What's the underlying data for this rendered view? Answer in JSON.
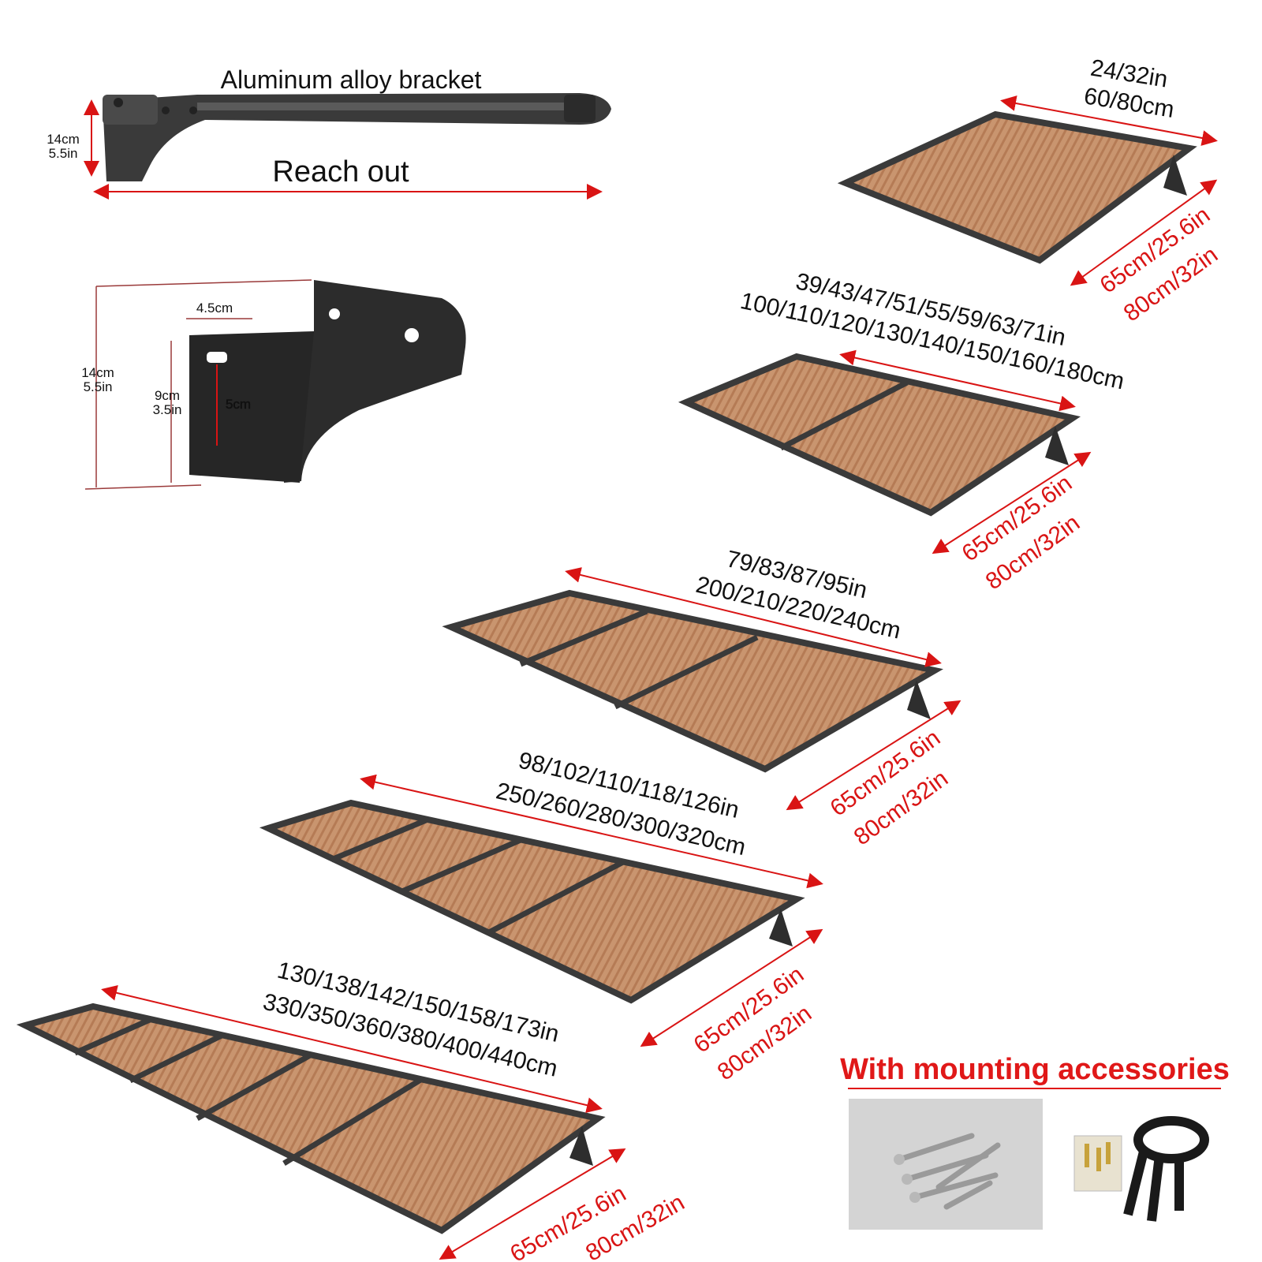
{
  "bracket_arm": {
    "title": "Aluminum alloy bracket",
    "reach_label": "Reach out",
    "height_cm": "14cm",
    "height_in": "5.5in"
  },
  "wall_bracket": {
    "height_cm": "14cm",
    "height_in": "5.5in",
    "slot_width": "4.5cm",
    "plate_height_cm": "9cm",
    "plate_height_in": "3.5in",
    "hole_spacing": "5cm"
  },
  "canopies": [
    {
      "panels": 1,
      "width_in": "24/32in",
      "width_cm": "60/80cm",
      "depth_a": "65cm/25.6in",
      "depth_b": "80cm/32in"
    },
    {
      "panels": 2,
      "width_in": "39/43/47/51/55/59/63/71in",
      "width_cm": "100/110/120/130/140/150/160/180cm",
      "depth_a": "65cm/25.6in",
      "depth_b": "80cm/32in"
    },
    {
      "panels": 3,
      "width_in": "79/83/87/95in",
      "width_cm": "200/210/220/240cm",
      "depth_a": "65cm/25.6in",
      "depth_b": "80cm/32in"
    },
    {
      "panels": 4,
      "width_in": "98/102/110/118/126in",
      "width_cm": "250/260/280/300/320cm",
      "depth_a": "65cm/25.6in",
      "depth_b": "80cm/32in"
    },
    {
      "panels": 5,
      "width_in": "130/138/142/150/158/173in",
      "width_cm": "330/350/360/380/400/440cm",
      "depth_a": "65cm/25.6in",
      "depth_b": "80cm/32in"
    }
  ],
  "accessories": {
    "title": "With mounting accessories"
  },
  "colors": {
    "frame": "#3a3a3a",
    "panel": "#c8906a",
    "dimension_red": "#d91414",
    "accent_red": "#e01818"
  }
}
